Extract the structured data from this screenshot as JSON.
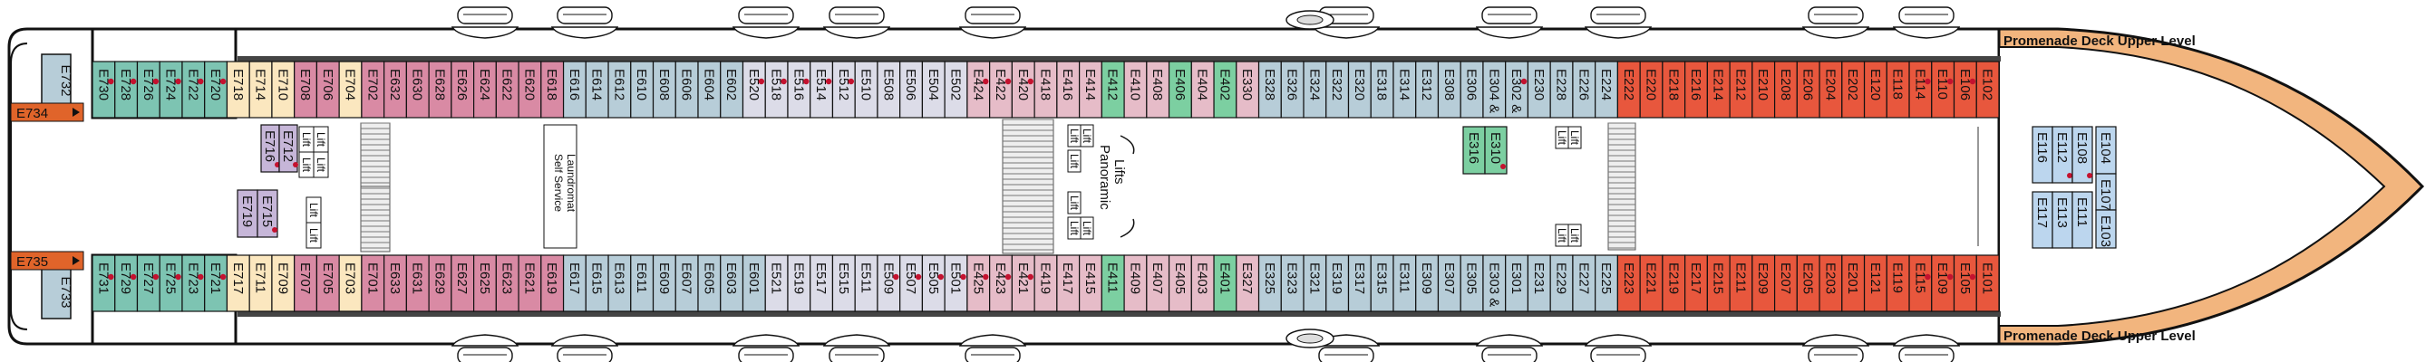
{
  "deck": {
    "title_top": "Promenade Deck Upper Level",
    "title_bottom": "Promenade Deck Upper Level"
  },
  "colors": {
    "teal": "#7dc4b2",
    "cream": "#fbe7bf",
    "pink": "#d98aa4",
    "blue": "#b7cdd8",
    "light": "#dcdce8",
    "green": "#7ccfa1",
    "rose": "#e6bcc8",
    "red": "#e8573d",
    "lightblue": "#bcd6ee",
    "purple": "#c6b6d8",
    "orange": "#e0642a",
    "deck": "#f2b57e",
    "corridor": "#ffffff"
  },
  "labels": {
    "self_service": "Self Service",
    "launderette": "Laundromat",
    "panoramic": "Panoramic",
    "lifts": "Lifts",
    "lift": "Lift"
  },
  "top_row": [
    {
      "id": "E730",
      "c": "teal",
      "d": 1
    },
    {
      "id": "E728",
      "c": "teal",
      "d": 1
    },
    {
      "id": "E726",
      "c": "teal",
      "d": 1
    },
    {
      "id": "E724",
      "c": "teal",
      "d": 1
    },
    {
      "id": "E722",
      "c": "teal",
      "d": 1
    },
    {
      "id": "E720",
      "c": "teal",
      "d": 1
    },
    {
      "id": "E718",
      "c": "cream"
    },
    {
      "id": "E714",
      "c": "cream"
    },
    {
      "id": "E710",
      "c": "cream"
    },
    {
      "id": "E708",
      "c": "pink"
    },
    {
      "id": "E706",
      "c": "pink"
    },
    {
      "id": "E704",
      "c": "cream"
    },
    {
      "id": "E702",
      "c": "pink"
    },
    {
      "id": "E632",
      "c": "pink"
    },
    {
      "id": "E630",
      "c": "pink"
    },
    {
      "id": "E628",
      "c": "pink"
    },
    {
      "id": "E626",
      "c": "pink"
    },
    {
      "id": "E624",
      "c": "pink"
    },
    {
      "id": "E622",
      "c": "pink"
    },
    {
      "id": "E620",
      "c": "pink"
    },
    {
      "id": "E618",
      "c": "pink"
    },
    {
      "id": "E616",
      "c": "blue"
    },
    {
      "id": "E614",
      "c": "blue"
    },
    {
      "id": "E612",
      "c": "blue"
    },
    {
      "id": "E610",
      "c": "blue"
    },
    {
      "id": "E608",
      "c": "blue"
    },
    {
      "id": "E606",
      "c": "blue"
    },
    {
      "id": "E604",
      "c": "blue"
    },
    {
      "id": "E602",
      "c": "blue"
    },
    {
      "id": "E520",
      "c": "light",
      "d": 1
    },
    {
      "id": "E518",
      "c": "light",
      "d": 1
    },
    {
      "id": "E516",
      "c": "light",
      "d": 1
    },
    {
      "id": "E514",
      "c": "light",
      "d": 1
    },
    {
      "id": "E512",
      "c": "light",
      "d": 1
    },
    {
      "id": "E510",
      "c": "light"
    },
    {
      "id": "E508",
      "c": "light"
    },
    {
      "id": "E506",
      "c": "light"
    },
    {
      "id": "E504",
      "c": "light"
    },
    {
      "id": "E502",
      "c": "light"
    },
    {
      "id": "E424",
      "c": "rose",
      "d": 1
    },
    {
      "id": "E422",
      "c": "rose",
      "d": 1
    },
    {
      "id": "E420",
      "c": "rose",
      "d": 1
    },
    {
      "id": "E418",
      "c": "rose"
    },
    {
      "id": "E416",
      "c": "rose"
    },
    {
      "id": "E414",
      "c": "rose"
    },
    {
      "id": "E412",
      "c": "green"
    },
    {
      "id": "E410",
      "c": "rose"
    },
    {
      "id": "E408",
      "c": "rose"
    },
    {
      "id": "E406",
      "c": "green"
    },
    {
      "id": "E404",
      "c": "rose"
    },
    {
      "id": "E402",
      "c": "green"
    },
    {
      "id": "E330",
      "c": "rose"
    },
    {
      "id": "E328",
      "c": "blue"
    },
    {
      "id": "E326",
      "c": "blue"
    },
    {
      "id": "E324",
      "c": "blue"
    },
    {
      "id": "E322",
      "c": "blue"
    },
    {
      "id": "E320",
      "c": "blue"
    },
    {
      "id": "E318",
      "c": "blue"
    },
    {
      "id": "E314",
      "c": "blue"
    },
    {
      "id": "E312",
      "c": "blue"
    },
    {
      "id": "E308",
      "c": "blue"
    },
    {
      "id": "E306",
      "c": "blue"
    },
    {
      "id": "E304 &",
      "c": "blue"
    },
    {
      "id": "E302 &",
      "c": "blue",
      "d": 1
    },
    {
      "id": "E230",
      "c": "blue"
    },
    {
      "id": "E228",
      "c": "blue"
    },
    {
      "id": "E226",
      "c": "blue"
    },
    {
      "id": "E224",
      "c": "blue"
    },
    {
      "id": "E222",
      "c": "red"
    },
    {
      "id": "E220",
      "c": "red"
    },
    {
      "id": "E218",
      "c": "red"
    },
    {
      "id": "E216",
      "c": "red"
    },
    {
      "id": "E214",
      "c": "red"
    },
    {
      "id": "E212",
      "c": "red"
    },
    {
      "id": "E210",
      "c": "red"
    },
    {
      "id": "E208",
      "c": "red"
    },
    {
      "id": "E206",
      "c": "red"
    },
    {
      "id": "E204",
      "c": "red"
    },
    {
      "id": "E202",
      "c": "red"
    },
    {
      "id": "E120",
      "c": "red"
    },
    {
      "id": "E118",
      "c": "red"
    },
    {
      "id": "E114",
      "c": "red",
      "d": 1
    },
    {
      "id": "E110",
      "c": "red",
      "d": 1
    },
    {
      "id": "E106",
      "c": "red",
      "d": 1
    },
    {
      "id": "E102",
      "c": "red"
    }
  ],
  "bottom_row": [
    {
      "id": "E731",
      "c": "teal",
      "d": 1
    },
    {
      "id": "E729",
      "c": "teal",
      "d": 1
    },
    {
      "id": "E727",
      "c": "teal",
      "d": 1
    },
    {
      "id": "E725",
      "c": "teal",
      "d": 1
    },
    {
      "id": "E723",
      "c": "teal",
      "d": 1
    },
    {
      "id": "E721",
      "c": "teal",
      "d": 1
    },
    {
      "id": "E717",
      "c": "cream"
    },
    {
      "id": "E711",
      "c": "cream"
    },
    {
      "id": "E709",
      "c": "cream"
    },
    {
      "id": "E707",
      "c": "pink"
    },
    {
      "id": "E705",
      "c": "pink"
    },
    {
      "id": "E703",
      "c": "cream"
    },
    {
      "id": "E701",
      "c": "pink"
    },
    {
      "id": "E633",
      "c": "pink"
    },
    {
      "id": "E631",
      "c": "pink"
    },
    {
      "id": "E629",
      "c": "pink"
    },
    {
      "id": "E627",
      "c": "pink"
    },
    {
      "id": "E625",
      "c": "pink"
    },
    {
      "id": "E623",
      "c": "pink"
    },
    {
      "id": "E621",
      "c": "pink"
    },
    {
      "id": "E619",
      "c": "pink"
    },
    {
      "id": "E617",
      "c": "blue"
    },
    {
      "id": "E615",
      "c": "blue"
    },
    {
      "id": "E613",
      "c": "blue"
    },
    {
      "id": "E611",
      "c": "blue"
    },
    {
      "id": "E609",
      "c": "blue"
    },
    {
      "id": "E607",
      "c": "blue"
    },
    {
      "id": "E605",
      "c": "blue"
    },
    {
      "id": "E603",
      "c": "blue"
    },
    {
      "id": "E601",
      "c": "blue"
    },
    {
      "id": "E521",
      "c": "light"
    },
    {
      "id": "E519",
      "c": "light"
    },
    {
      "id": "E517",
      "c": "light"
    },
    {
      "id": "E515",
      "c": "light"
    },
    {
      "id": "E511",
      "c": "light"
    },
    {
      "id": "E509",
      "c": "light",
      "d": 1
    },
    {
      "id": "E507",
      "c": "light",
      "d": 1
    },
    {
      "id": "E505",
      "c": "light",
      "d": 1
    },
    {
      "id": "E501",
      "c": "light",
      "d": 1
    },
    {
      "id": "E425",
      "c": "rose",
      "d": 1
    },
    {
      "id": "E423",
      "c": "rose",
      "d": 1
    },
    {
      "id": "E421",
      "c": "rose",
      "d": 1
    },
    {
      "id": "E419",
      "c": "rose"
    },
    {
      "id": "E417",
      "c": "rose"
    },
    {
      "id": "E415",
      "c": "rose"
    },
    {
      "id": "E411",
      "c": "green"
    },
    {
      "id": "E409",
      "c": "rose"
    },
    {
      "id": "E407",
      "c": "rose"
    },
    {
      "id": "E405",
      "c": "rose"
    },
    {
      "id": "E403",
      "c": "rose"
    },
    {
      "id": "E401",
      "c": "green"
    },
    {
      "id": "E327",
      "c": "rose"
    },
    {
      "id": "E325",
      "c": "blue"
    },
    {
      "id": "E323",
      "c": "blue"
    },
    {
      "id": "E321",
      "c": "blue"
    },
    {
      "id": "E319",
      "c": "blue"
    },
    {
      "id": "E317",
      "c": "blue"
    },
    {
      "id": "E315",
      "c": "blue"
    },
    {
      "id": "E311",
      "c": "blue"
    },
    {
      "id": "E309",
      "c": "blue"
    },
    {
      "id": "E307",
      "c": "blue"
    },
    {
      "id": "E305",
      "c": "blue"
    },
    {
      "id": "E303 &",
      "c": "blue"
    },
    {
      "id": "E301",
      "c": "blue"
    },
    {
      "id": "E231",
      "c": "blue"
    },
    {
      "id": "E229",
      "c": "blue"
    },
    {
      "id": "E227",
      "c": "blue"
    },
    {
      "id": "E225",
      "c": "blue"
    },
    {
      "id": "E223",
      "c": "red"
    },
    {
      "id": "E221",
      "c": "red"
    },
    {
      "id": "E219",
      "c": "red"
    },
    {
      "id": "E217",
      "c": "red"
    },
    {
      "id": "E215",
      "c": "red"
    },
    {
      "id": "E211",
      "c": "red"
    },
    {
      "id": "E209",
      "c": "red"
    },
    {
      "id": "E207",
      "c": "red"
    },
    {
      "id": "E205",
      "c": "red"
    },
    {
      "id": "E203",
      "c": "red"
    },
    {
      "id": "E201",
      "c": "red"
    },
    {
      "id": "E121",
      "c": "red"
    },
    {
      "id": "E119",
      "c": "red"
    },
    {
      "id": "E115",
      "c": "red",
      "d": 1
    },
    {
      "id": "E109",
      "c": "red",
      "d": 1
    },
    {
      "id": "E105",
      "c": "red",
      "d": 1
    },
    {
      "id": "E101",
      "c": "red"
    }
  ],
  "stern": {
    "top": "E732",
    "bottom": "E733",
    "arrow_top": "E734",
    "arrow_bottom": "E735"
  },
  "inner": {
    "aft_top": [
      "E716",
      "E712"
    ],
    "aft_bottom": [
      "E719",
      "E715"
    ],
    "mid": [
      "E316",
      "E310"
    ],
    "fwd_col1": [
      "E116",
      "E112",
      "E108",
      "E117",
      "E113",
      "E111"
    ],
    "fwd_col2": [
      "E104",
      "E107",
      "E103"
    ]
  }
}
